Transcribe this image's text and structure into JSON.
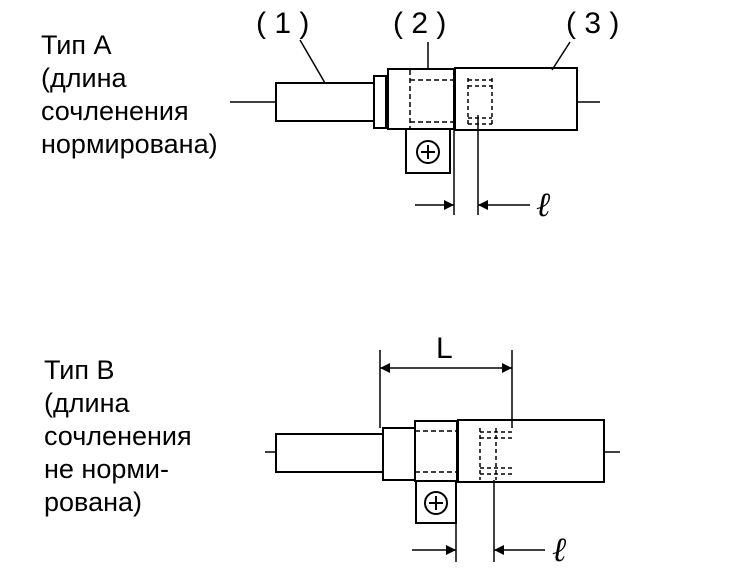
{
  "type_a": {
    "lines": [
      "Тип A",
      "(длина",
      "сочленения",
      "нормирована)"
    ]
  },
  "type_b": {
    "lines": [
      "Тип В",
      "(длина",
      "сочленения",
      "не норми-",
      "рована)"
    ]
  },
  "callouts": [
    "( 1 )",
    "( 2 )",
    "( 3 )"
  ],
  "dimensions": {
    "overall": "L",
    "insertion_a": "ℓ",
    "insertion_b": "ℓ"
  },
  "icons": [
    "screw-icon"
  ]
}
